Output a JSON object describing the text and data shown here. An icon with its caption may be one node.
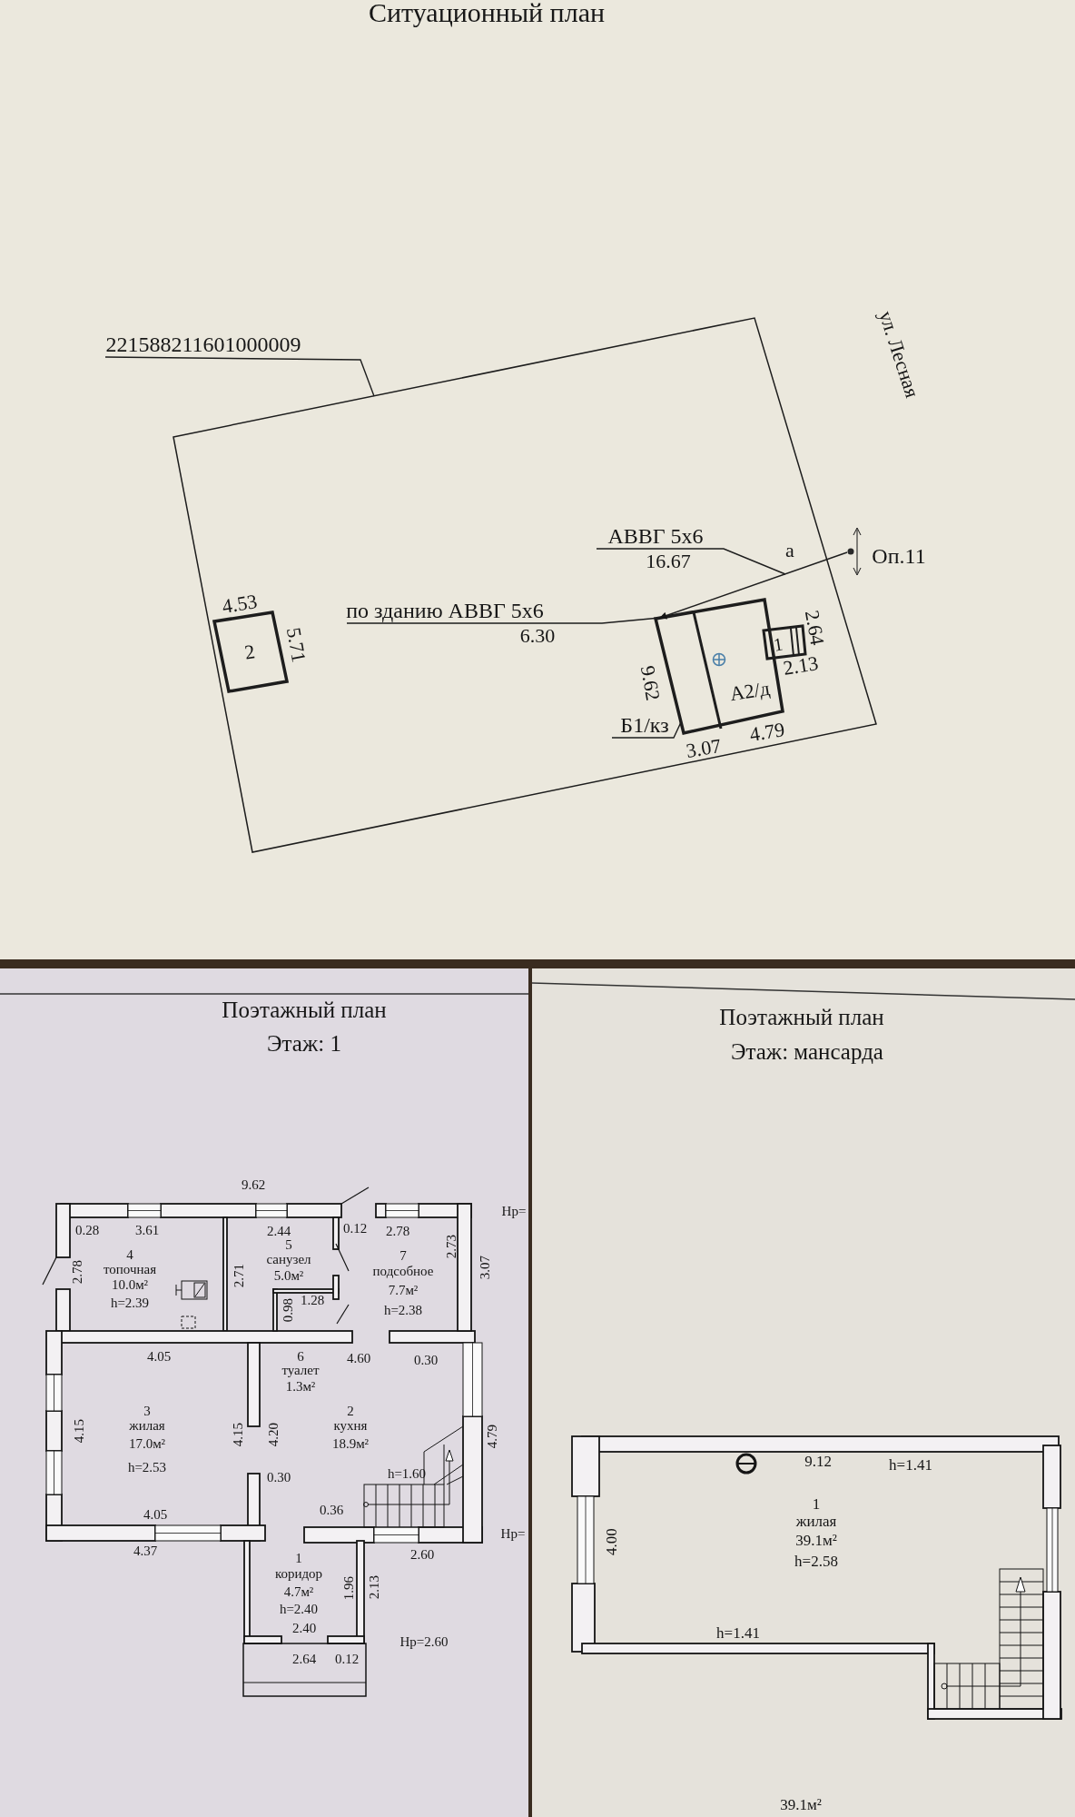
{
  "diagram": {
    "nodes": [
      {
        "text": [
          "Ситуационный план"
        ]
      },
      {
        "text": [],
        "shape": "box",
        "in": 0
      },
      {
        "text": [
          "221588211601000009"
        ],
        "in": 0
      },
      {
        "text": [
          "2"
        ],
        "in": 1
      },
      {
        "text": [
          "А2/д"
        ],
        "in": 1
      },
      {
        "text": [
          "1"
        ],
        "in": 1
      },
      {
        "text": [
          "по зданию АВВГ 5х6",
          "6.30"
        ],
        "in": 1
      },
      {
        "text": [
          "АВВГ 5х6",
          "16.67"
        ],
        "in": 1
      },
      {
        "text": [],
        "shape": "circle",
        "beside": [
          "Оп.11"
        ],
        "in": 0
      },
      {
        "text": [
          "Б1/кз"
        ],
        "in": 1
      },
      {
        "text": [
          "Поэтажный план",
          "Этаж: 1"
        ]
      },
      {
        "text": [
          "4",
          "топочная",
          "10.0м²",
          "h=2.39"
        ],
        "in": 10
      },
      {
        "text": [
          "5",
          "санузел",
          "5.0м²"
        ],
        "in": 10
      },
      {
        "text": [
          "7",
          "подсобное",
          "7.7м²",
          "h=2.38"
        ],
        "in": 10
      },
      {
        "text": [
          "6",
          "туалет",
          "1.3м²"
        ],
        "in": 10
      },
      {
        "text": [
          "3",
          "жилая",
          "17.0м²",
          "h=2.53"
        ],
        "in": 10
      },
      {
        "text": [
          "2",
          "кухня",
          "18.9м²"
        ],
        "in": 10
      },
      {
        "text": [
          "1",
          "коридор",
          "4.7м²",
          "h=2.40"
        ],
        "in": 10
      },
      {
        "text": [
          "Поэтажный план",
          "Этаж: мансарда"
        ]
      },
      {
        "text": [
          "1",
          "жилая",
          "39.1м²",
          "h=2.58"
        ],
        "in": 18
      }
    ],
    "edges": [
      {
        "from": 2,
        "to": 1,
        "arrow": "none"
      },
      {
        "from": 6,
        "to": 4,
        "arrow": "none"
      },
      {
        "from": 7,
        "to": null,
        "arrow": "none"
      },
      {
        "from": 8,
        "to": 4,
        "arrow": "to"
      },
      {
        "from": 9,
        "to": 4,
        "arrow": "none"
      }
    ],
    "labels": [
      "ул. Лесная",
      "4.53",
      "5.71",
      "а",
      "2.64",
      "2.13",
      "9.62",
      "3.07",
      "4.79",
      "9.62",
      "Нр=",
      "0.28",
      "3.61",
      "2.44",
      "0.12",
      "2.78",
      "2.78",
      "2.71",
      "0.98",
      "1.28",
      "2.73",
      "3.07",
      "4.05",
      "4.60",
      "0.30",
      "4.15",
      "4.15",
      "4.20",
      "4.79",
      "h=1.60",
      "0.30",
      "4.05",
      "0.36",
      "4.37",
      "2.60",
      "Нр=",
      "1.96",
      "2.13",
      "2.40",
      "Нр=2.60",
      "2.64",
      "0.12",
      "9.12",
      "h=1.41",
      "4.00",
      "h=1.41",
      "39.1м²"
    ]
  }
}
